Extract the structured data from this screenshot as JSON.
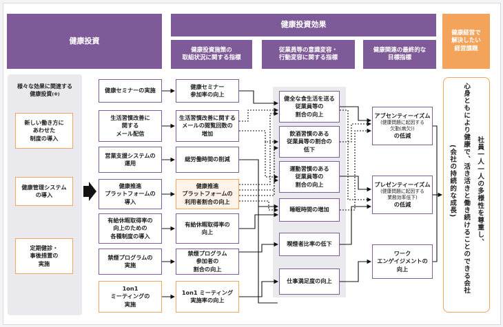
{
  "headers": {
    "investment": "健康投資",
    "effect": "健康投資効果",
    "policy_indicators": "健康投資施策の\n取組状況に関する指標",
    "awareness_indicators": "従業員等の意識変容・\n行動変容に関する指標",
    "final_indicators": "健康関連の最終的な\n目標指標",
    "management_issue": "健康経営で\n解決したい\n経営課題"
  },
  "left_column": {
    "title": "様々な効果に関連する\n健康投資",
    "note_mark": "(※)",
    "items": [
      "新しい働き方に\nあわせた\n制度の導入",
      "健康管理システム\nの導入",
      "定期健診・\n事後措置の\n実施"
    ]
  },
  "investment_items": [
    "健康セミナーの実施",
    "生活習慣改善に\n関する\nメール配信",
    "営業支援システムの\n運用",
    "健康推進\nプラットフォームの\n導入",
    "有給休暇取得率の\n向上のための\n各種制度の導入",
    "禁煙プログラムの\n実施",
    "1on1\nミーティングの\n実施"
  ],
  "policy_items": [
    "健康セミナー\n参加率の向上",
    "生活習慣改善に関する\nメールの閲覧回数の\n増加",
    "総労働時間の削減",
    "健康推進\nプラットフォームの\n利用者割合の向上",
    "有給休暇取得率の\n向上",
    "禁煙プログラム\n参加者の\n割合の向上",
    "1on1 ミーティング\n実施率の向上"
  ],
  "awareness_items": [
    "健全な食生活を送る\n従業員等の\n割合の向上",
    "飲酒習慣のある\n従業員等の割合の\n低下",
    "運動習慣のある\n従業員等の\n割合の向上",
    "睡眠時間の増加",
    "喫煙者比率の低下",
    "仕事満足度の向上"
  ],
  "final_items": [
    {
      "main": "アブセンティーイズム",
      "sub": "(健康問題に起因する\n欠勤(病欠))",
      "tail": "の低減"
    },
    {
      "main": "プレゼンティーイズム",
      "sub": "(健康問題に起因する\n業務効率低下)",
      "tail": "の低減"
    },
    {
      "main": "ワーク\nエンゲイジメントの\n向上",
      "sub": "",
      "tail": ""
    }
  ],
  "final_goal": {
    "lines": [
      "社員一人一人の多様性を尊重し、",
      "心身ともにより健康で、活き活きと働き続けることのできる会社",
      "(会社の持続的な成長)"
    ]
  },
  "colors": {
    "purple": "#7f5a98",
    "orange": "#f3a35a",
    "lane": "#e9e9ee"
  }
}
